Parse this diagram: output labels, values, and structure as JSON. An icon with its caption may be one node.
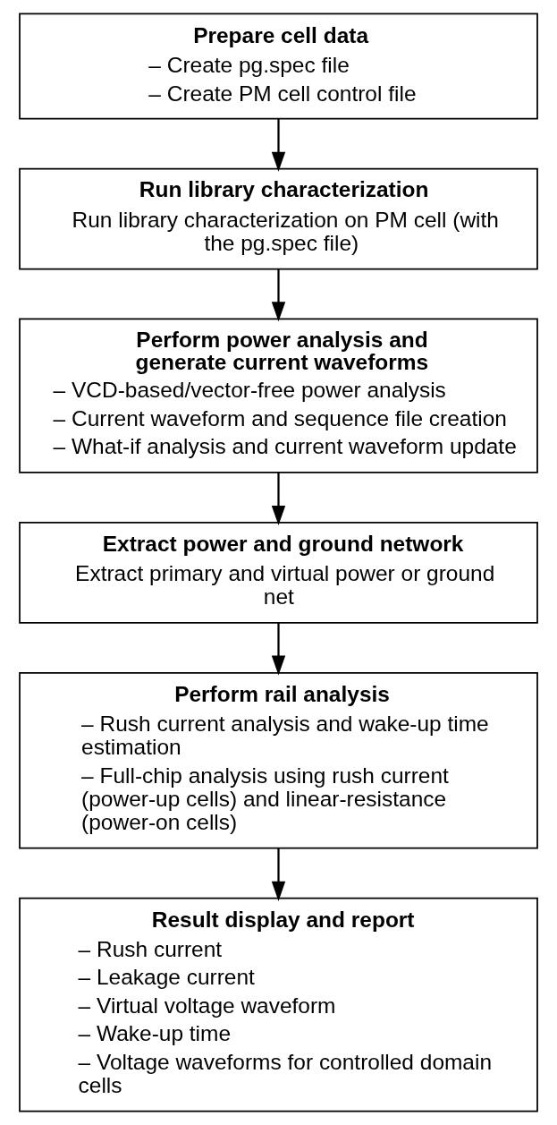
{
  "diagram": {
    "nodes": [
      {
        "text": [
          "Prepare cell data",
          "– Create pg.spec file",
          "– Create PM cell control file"
        ]
      },
      {
        "text": [
          "Run library characterization",
          "Run library characterization on PM cell (with the pg.spec file)"
        ]
      },
      {
        "text": [
          "Perform power analysis and generate current waveforms",
          "– VCD-based/vector-free power analysis",
          "– Current waveform and sequence file creation",
          "– What-if analysis and current waveform update"
        ]
      },
      {
        "text": [
          "Extract power and ground network",
          "Extract primary and virtual power or ground net"
        ]
      },
      {
        "text": [
          "Perform rail analysis",
          "– Rush current analysis and wake-up time estimation",
          "– Full-chip analysis using rush current (power-up cells) and linear-resistance (power-on cells)"
        ]
      },
      {
        "text": [
          "Result display and report",
          "– Rush current",
          "– Leakage current",
          "– Virtual voltage waveform",
          "– Wake-up time",
          "– Voltage waveforms for controlled domain cells"
        ]
      }
    ],
    "edges": [
      {
        "from": 0,
        "to": 1,
        "arrow": "to"
      },
      {
        "from": 1,
        "to": 2,
        "arrow": "to"
      },
      {
        "from": 2,
        "to": 3,
        "arrow": "to"
      },
      {
        "from": 3,
        "to": 4,
        "arrow": "to"
      },
      {
        "from": 4,
        "to": 5,
        "arrow": "to"
      }
    ]
  }
}
